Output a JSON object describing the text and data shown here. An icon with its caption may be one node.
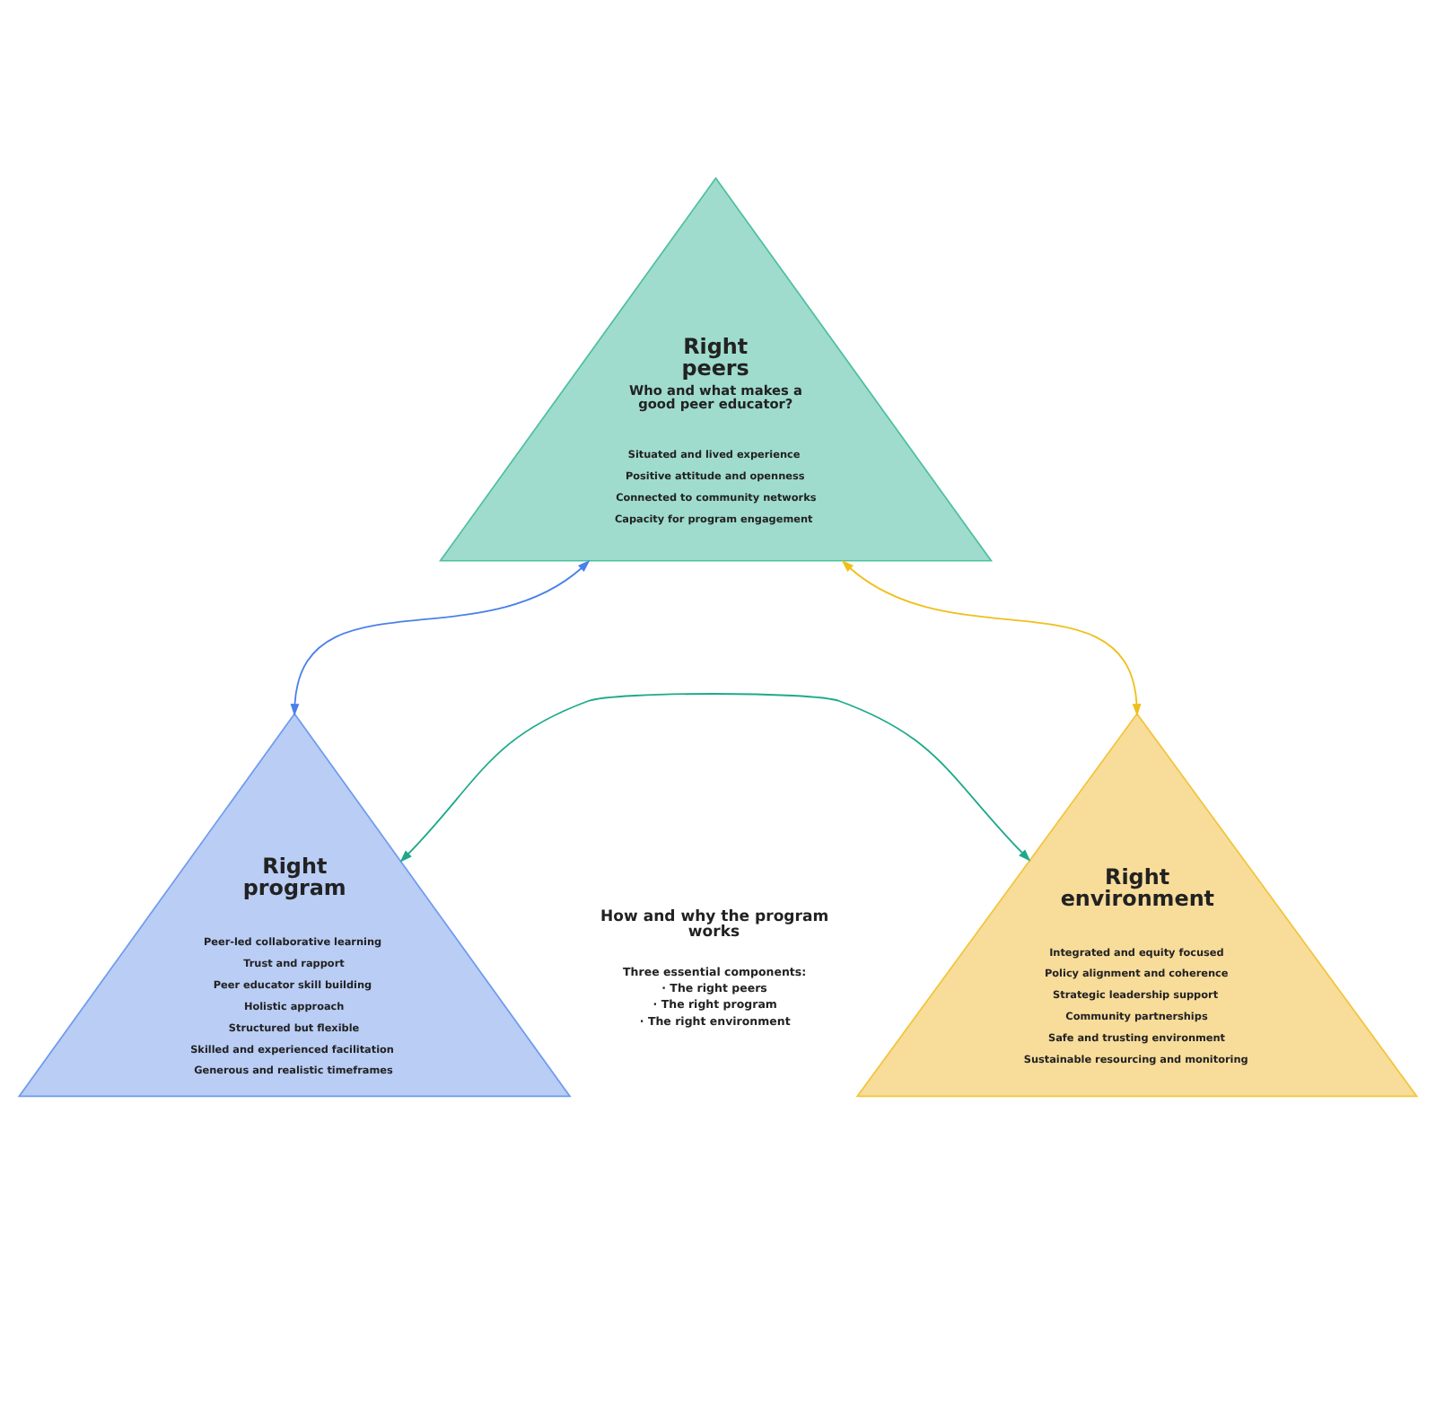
{
  "diagram": {
    "nodes": [
      {
        "text": [
          "Right peers",
          "Who and what makes a good peer educator?",
          "Situated and lived experience",
          "Positive attitude and openness",
          "Connected to community networks",
          "Capacity for program engagement"
        ]
      },
      {
        "text": [
          "Right program",
          "Peer-led collaborative learning",
          "Trust and rapport",
          "Peer educator skill building",
          "Holistic approach",
          "Structured but flexible",
          "Skilled and experienced facilitation",
          "Generous and realistic timeframes"
        ]
      },
      {
        "text": [
          "Right environment",
          "Integrated and equity focused",
          "Policy alignment and coherence",
          "Strategic leadership support",
          "Community partnerships",
          "Safe and trusting environment",
          "Sustainable resourcing and monitoring"
        ]
      }
    ],
    "edges": [
      {
        "from": 1,
        "to": 2,
        "arrow": "both",
        "color": "#1fa98a"
      },
      {
        "from": 0,
        "to": 1,
        "arrow": "both",
        "color": "#4a80ea"
      },
      {
        "from": 0,
        "to": 2,
        "arrow": "both",
        "color": "#f0bf1a"
      }
    ],
    "labels": [
      "How and why the program works",
      "Three essential components:",
      "· The right peers",
      "· The right program",
      "· The right environment"
    ]
  }
}
